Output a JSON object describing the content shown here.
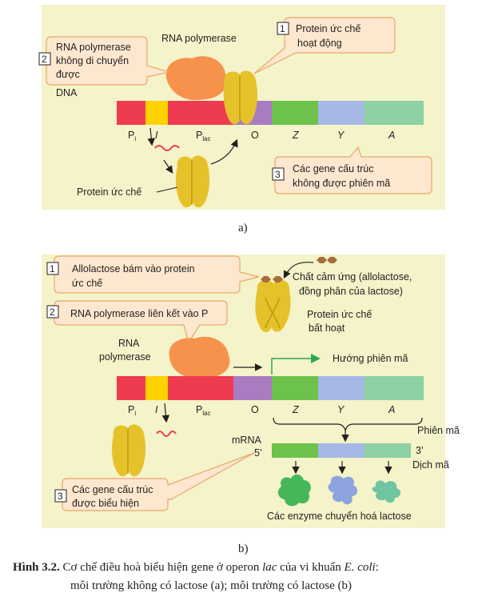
{
  "panel_a": {
    "step1_num": "1",
    "step1_line1": "Protein ức chế",
    "step1_line2": "hoạt động",
    "step2_num": "2",
    "step2_line1": "RNA polymerase",
    "step2_line2": "không di chuyển",
    "step2_line3": "được",
    "rnap_label": "RNA polymerase",
    "dna_label": "DNA",
    "step3_num": "3",
    "step3_line1": "Các gene cấu trúc",
    "step3_line2": "không được phiên mã",
    "repressor_label": "Protein ức chế",
    "caption": "a)"
  },
  "panel_b": {
    "step1_num": "1",
    "step1_line1": "Allolactose bám vào protein",
    "step1_line2": "ức chế",
    "step2_num": "2",
    "step2_line1": "RNA polymerase liên kết vào P",
    "inducer_line1": "Chất cảm ứng (allolactose,",
    "inducer_line2": "đồng phân của lactose)",
    "inactive_line1": "Protein ức chế",
    "inactive_line2": "bất hoạt",
    "rnap_line1": "RNA",
    "rnap_line2": "polymerase",
    "direction_label": "Hướng phiên mã",
    "transcription_label": "Phiên mã",
    "three_prime": "3’",
    "five_prime": "5’",
    "mrna_label": "mRNA",
    "translation_label": "Dịch mã",
    "enzymes_label": "Các enzyme chuyển hoá lactose",
    "step3_num": "3",
    "step3_line1": "Các gene cấu trúc",
    "step3_line2": "được biểu hiện",
    "caption": "b)"
  },
  "genes": {
    "pi": "P",
    "pi_sub": "i",
    "i": "I",
    "plac": "P",
    "plac_sub": "lac",
    "o": "O",
    "z": "Z",
    "y": "Y",
    "a": "A"
  },
  "figure_caption": {
    "bold": "Hình 3.2.",
    "line1_part1": " Cơ chế điều hoà biểu hiện gene ở operon ",
    "line1_italic1": "lac",
    "line1_part2": " của vi khuẩn ",
    "line1_italic2": "E. coli",
    "line1_part3": ":",
    "line2": "môi trường không có lactose (a); môi trường có lactose (b)"
  },
  "colors": {
    "panel_bg": "#f4f3c9",
    "callout_bg": "#fde7cf",
    "callout_border": "#e8a86b",
    "rnap": "#f7924c",
    "repressor": "#e6c22a",
    "repressor_dark": "#b89a14",
    "dna_pi": "#ef3b4f",
    "dna_i": "#ffd200",
    "dna_plac": "#ef3b4f",
    "dna_o": "#a97cc2",
    "dna_z": "#6cc24a",
    "dna_y": "#a6b8e6",
    "dna_a": "#8dd1a4",
    "allolactose": "#a86e3a",
    "enzyme_z": "#47b65a",
    "enzyme_y": "#8fa3de",
    "enzyme_a": "#6fc5a0",
    "arrow_green": "#2fa84f"
  }
}
